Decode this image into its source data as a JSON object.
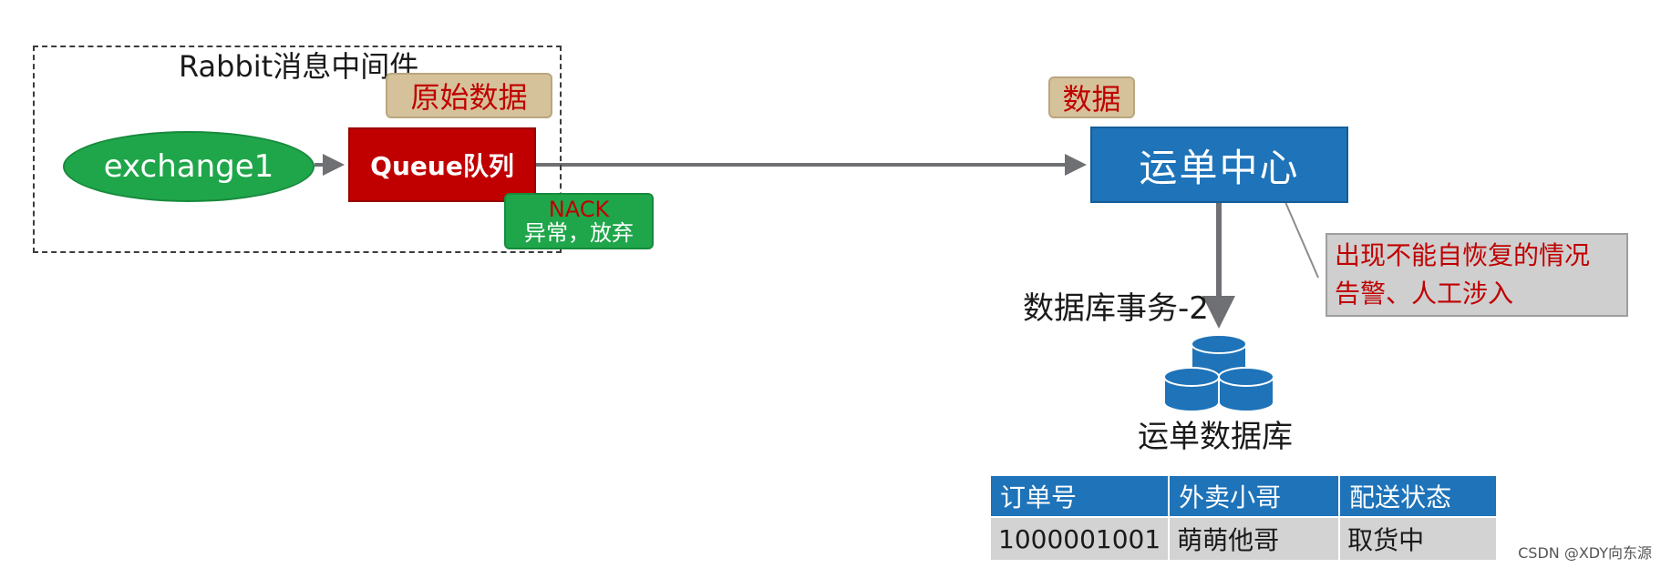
{
  "mq_group": {
    "title": "Rabbit消息中间件"
  },
  "tags": {
    "raw_data": "原始数据",
    "data": "数据"
  },
  "nodes": {
    "exchange": "exchange1",
    "queue": "Queue队列",
    "nack_title": "NACK",
    "nack_sub": "异常，放弃",
    "waybill_center": "运单中心",
    "db_transaction": "数据库事务-2",
    "waybill_db": "运单数据库"
  },
  "alert": {
    "line1": "出现不能自恢复的情况",
    "line2": "告警、人工涉入"
  },
  "table": {
    "headers": [
      "订单号",
      "外卖小哥",
      "配送状态"
    ],
    "rows": [
      [
        "1000001001",
        "萌萌他哥",
        "取货中"
      ]
    ]
  },
  "watermark": "CSDN @XDY向东源",
  "colors": {
    "red": "#c00000",
    "green": "#1fa64a",
    "blue": "#1e73b9",
    "tan": "#d6c29a",
    "gray": "#cfcfcf",
    "arrow": "#6f7073"
  }
}
